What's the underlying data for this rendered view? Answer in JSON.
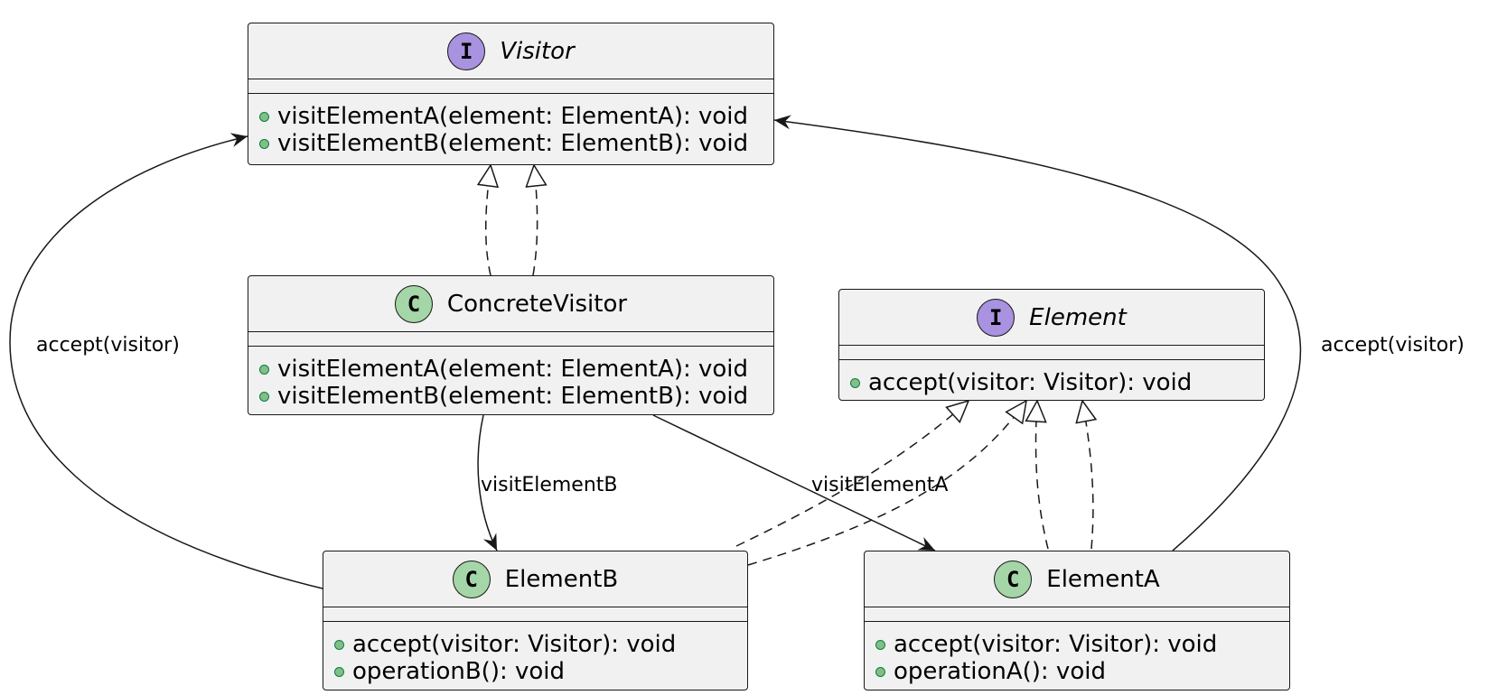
{
  "classes": {
    "visitor": {
      "stereotype": "I",
      "name": "Visitor",
      "members": [
        "visitElementA(element: ElementA): void",
        "visitElementB(element: ElementB): void"
      ]
    },
    "concrete_visitor": {
      "stereotype": "C",
      "name": "ConcreteVisitor",
      "members": [
        "visitElementA(element: ElementA): void",
        "visitElementB(element: ElementB): void"
      ]
    },
    "element": {
      "stereotype": "I",
      "name": "Element",
      "members": [
        "accept(visitor: Visitor): void"
      ]
    },
    "element_b": {
      "stereotype": "C",
      "name": "ElementB",
      "members": [
        "accept(visitor: Visitor): void",
        "operationB(): void"
      ]
    },
    "element_a": {
      "stereotype": "C",
      "name": "ElementA",
      "members": [
        "accept(visitor: Visitor): void",
        "operationA(): void"
      ]
    }
  },
  "edge_labels": {
    "elementb_accept": "accept(visitor)",
    "elementa_accept": "accept(visitor)",
    "visit_b": "visitElementB",
    "visit_a": "visitElementA"
  },
  "colors": {
    "interface_badge": "#a992e0",
    "class_badge": "#a5d6a7",
    "box_fill": "#f1f1f1",
    "line": "#181818",
    "member_dot": "#84be84"
  }
}
